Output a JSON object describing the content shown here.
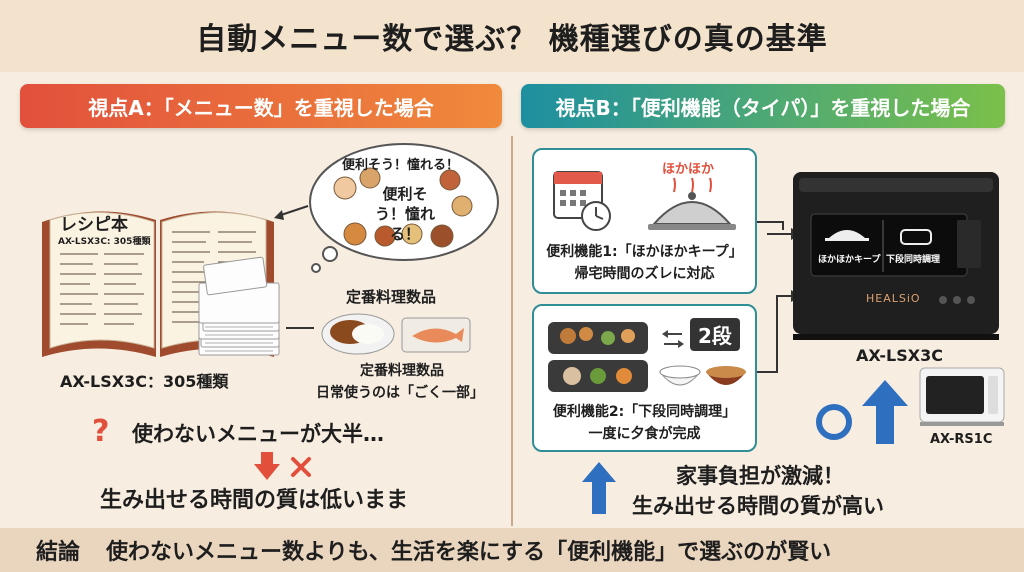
{
  "title": "自動メニュー数で選ぶ？ 機種選びの真の基準",
  "viewpoint_a": {
    "header": "視点A：「メニュー数」を重視した場合",
    "book_title": "レシピ本",
    "book_subtitle": "AX-LSX3C: 305種類",
    "thought_text_outer": "便利そう！憧れる！",
    "thought_text_inner": "便利そう！憧れる！",
    "standard_label_top": "定番料理数品",
    "standard_label": "定番料理数品",
    "standard_note": "日常使うのは「ごく一部」",
    "model_caption": "AX-LSX3C：305種類",
    "question_text": "使わないメニューが大半…",
    "conclusion": "生み出せる時間の質は低いまま",
    "icons": [
      "question-icon",
      "down-arrow-icon",
      "cross-icon"
    ]
  },
  "viewpoint_b": {
    "header": "視点B：「便利機能（タイパ）」を重視した場合",
    "feature1": {
      "badge": "ほかほか",
      "caption_line1": "便利機能1:「ほかほかキープ」",
      "caption_line2": "帰宅時間のズレに対応"
    },
    "feature2": {
      "badge": "2段",
      "caption_line1": "便利機能2:「下段同時調理」",
      "caption_line2": "一度に夕食が完成"
    },
    "oven_screen_left": "ほかほかキープ",
    "oven_screen_right": "下段同時調理",
    "oven_brand": "HEALSiO",
    "oven_model": "AX-LSX3C",
    "small_model": "AX-RS1C",
    "result_line1": "家事負担が激減！",
    "result_line2": "生み出せる時間の質が高い"
  },
  "bottom": {
    "label": "結論",
    "text": "使わないメニュー数よりも、生活を楽にする「便利機能」で選ぶのが賢い"
  },
  "colors": {
    "accent_red": "#e2503c",
    "accent_teal": "#2f8e96",
    "arrow_blue": "#2f6fc0"
  }
}
